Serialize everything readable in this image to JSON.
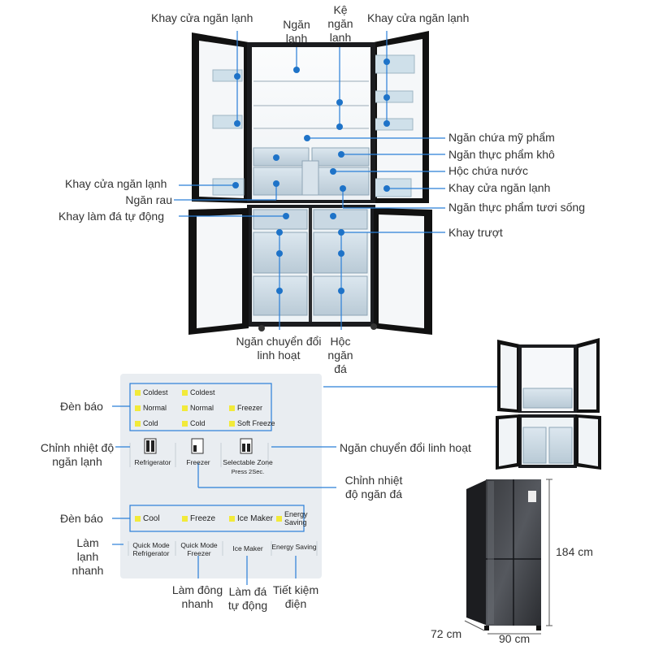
{
  "colors": {
    "dot": "#1e73c8",
    "line": "#2a7fd8",
    "led": "#f2ea3a",
    "panel": "#e9edf1"
  },
  "fridge_labels": {
    "door_tray_tl": "Khay cửa ngăn lạnh",
    "fridge_comp": "Ngăn lạnh",
    "shelf": "Kệ ngăn lạnh",
    "door_tray_tr": "Khay cửa ngăn lạnh",
    "cosmetics": "Ngăn chứa mỹ phẩm",
    "dry_food": "Ngăn thực phẩm khô",
    "water_box": "Hộc chứa nước",
    "door_tray_r": "Khay cửa ngăn lạnh",
    "fresh_food": "Ngăn thực phẩm tươi sống",
    "slide_tray": "Khay trượt",
    "door_tray_l": "Khay cửa ngăn lạnh",
    "veg": "Ngăn rau",
    "ice_maker": "Khay làm đá tự động",
    "flex_zone": "Ngăn chuyển đổi linh hoạt",
    "ice_drawer": "Hộc ngăn đá"
  },
  "panel_labels": {
    "indicator1": "Đèn báo",
    "fridge_temp": "Chỉnh nhiệt độ ngăn lạnh",
    "flex_zone": "Ngăn chuyển đổi linh hoạt",
    "freezer_temp": "Chỉnh nhiệt độ ngăn đá",
    "indicator2": "Đèn báo",
    "quick_cool": "Làm lạnh nhanh",
    "quick_freeze": "Làm đông nhanh",
    "auto_ice": "Làm đá tự động",
    "energy_save": "Tiết kiệm điện"
  },
  "panel": {
    "row1": [
      "Coldest",
      "Coldest"
    ],
    "row2": [
      "Normal",
      "Normal",
      "Freezer"
    ],
    "row3": [
      "Cold",
      "Cold",
      "Soft Freeze"
    ],
    "btn_refrigerator": "Refrigerator",
    "btn_freezer": "Freezer",
    "btn_selectable": "Selectable Zone",
    "btn_selectable_sub": "Press 2Sec.",
    "mode_leds": [
      "Cool",
      "Freeze",
      "Ice Maker",
      "Energy Saving"
    ],
    "btn_quick_fridge": "Quick Mode Refrigerator",
    "btn_quick_freezer": "Quick Mode Freezer",
    "btn_ice_maker": "Ice Maker",
    "btn_energy": "Energy Saving"
  },
  "dimensions": {
    "height": "184 cm",
    "depth": "72 cm",
    "width": "90 cm"
  }
}
